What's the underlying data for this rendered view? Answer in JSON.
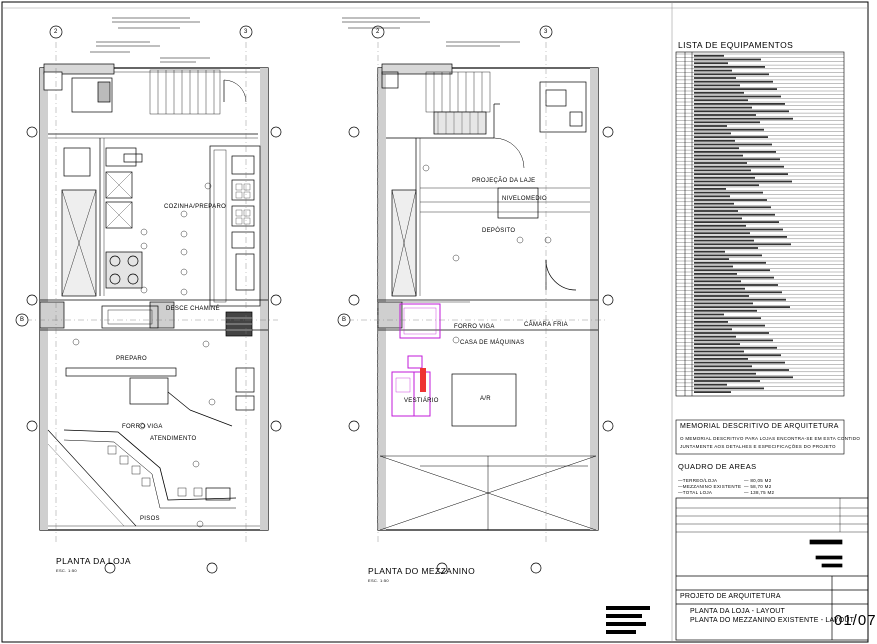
{
  "drawing": {
    "plans": [
      {
        "title": "PLANTA DA LOJA",
        "scale": "ESC. 1:50"
      },
      {
        "title": "PLANTA DO MEZZANINO",
        "scale": "ESC. 1:50"
      }
    ],
    "grid_markers": [
      "2",
      "3",
      "B"
    ],
    "rooms": {
      "cozinha": "COZINHA/PREPARO",
      "preparo": "PREPARO",
      "atendimento": "ATENDIMENTO",
      "deposito": "DEPÓSITO",
      "casa_maquinas": "CASA DE MÁQUINAS",
      "projecao": "PROJEÇÃO DA LAJE",
      "camara": "CÂMARA FRIA",
      "no_ar": "A/R",
      "vestiario": "VESTIÁRIO",
      "pisos": "PISOS",
      "fora_viga": "FORRO VIGA",
      "desce_chamine": "DESCE CHAMINÉ",
      "plan_laje": "NIVELOMEDIO"
    }
  },
  "equipment": {
    "title": "LISTA DE EQUIPAMENTOS",
    "rows": 92
  },
  "memorial": {
    "title": "MEMORIAL DESCRITIVO DE ARQUITETURA",
    "lines": [
      "O MEMORIAL DESCRITIVO PARA LOJAS ENCONTRA-SE EM ESTA CONTIDO",
      "JUNTAMENTE AOS DETALHES E ESPECIFICAÇÕES DO PROJETO"
    ]
  },
  "areas": {
    "title": "QUADRO DE AREAS",
    "rows": [
      {
        "label": "—TERREO/LOJA",
        "value": "— 80,05 M2"
      },
      {
        "label": "—MEZZANINO EXISTENTE",
        "value": "— 58,70 M2"
      },
      {
        "label": "—TOTAL LOJA",
        "value": "— 138,75 M2"
      }
    ]
  },
  "title_block": {
    "project": "PROJETO DE ARQUITETURA",
    "line1": "PLANTA DA LOJA - LAYOUT",
    "line2": "PLANTA DO MEZZANINO EXISTENTE - LAYOUT",
    "sheet": "01/07"
  }
}
